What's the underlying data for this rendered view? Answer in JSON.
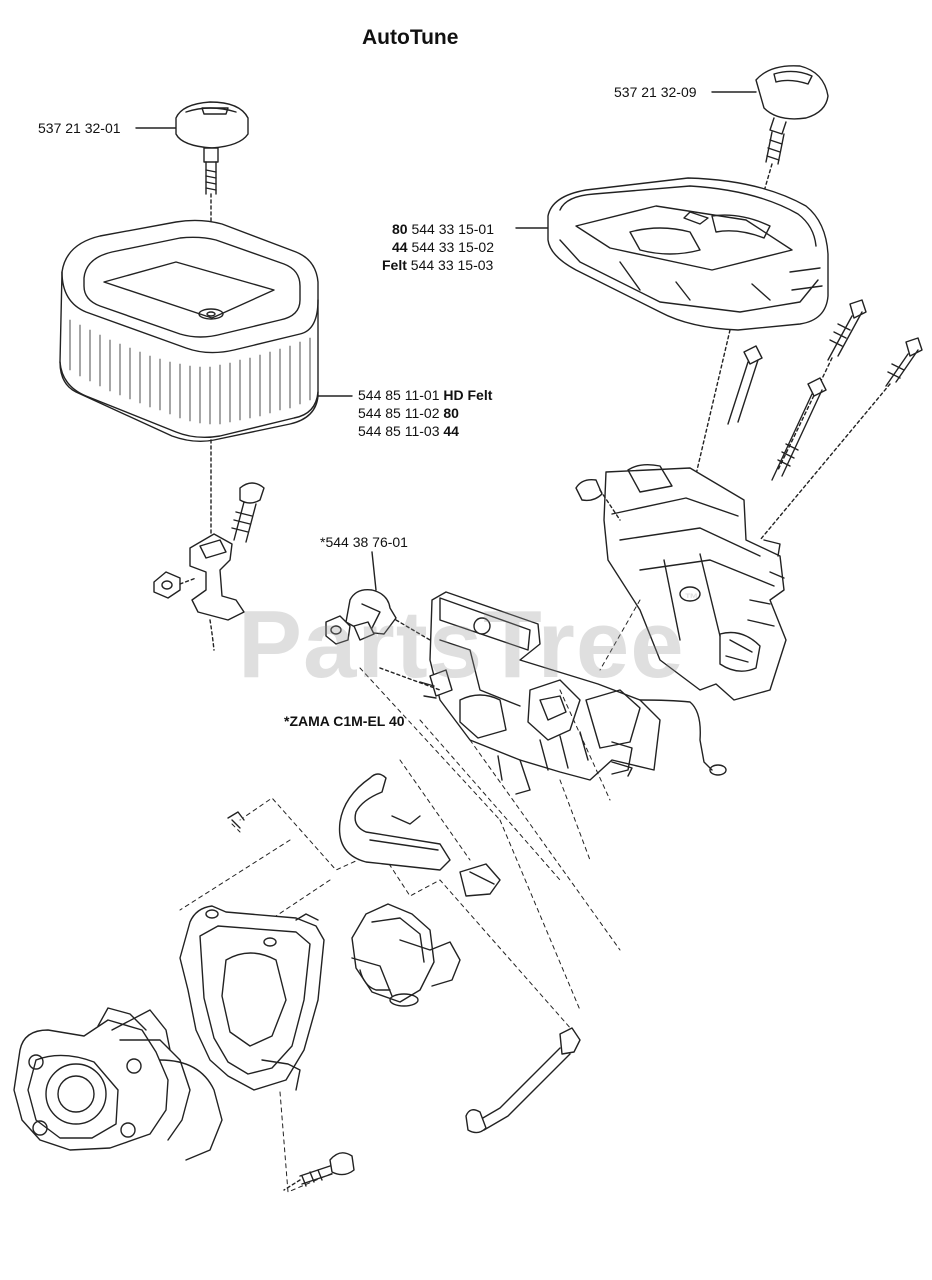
{
  "title": "AutoTune",
  "watermark": "PartsTree",
  "watermark_tm": "™",
  "labels": {
    "knob_left": "537 21 32-01",
    "knob_right": "537 21 32-09",
    "cover": [
      {
        "num": "80",
        "part": "544 33 15-01"
      },
      {
        "num": "44",
        "part": "544 33 15-02"
      },
      {
        "num": "Felt",
        "part": "544 33 15-03"
      }
    ],
    "filter": [
      {
        "part": "544 85 11-01",
        "suffix": "HD Felt"
      },
      {
        "part": "544 85 11-02",
        "suffix": "80"
      },
      {
        "part": "544 85 11-03",
        "suffix": "44"
      }
    ],
    "clip": "*544 38 76-01",
    "carb": "*ZAMA C1M-EL 40"
  },
  "colors": {
    "line": "#222222",
    "watermark": "#969696"
  }
}
